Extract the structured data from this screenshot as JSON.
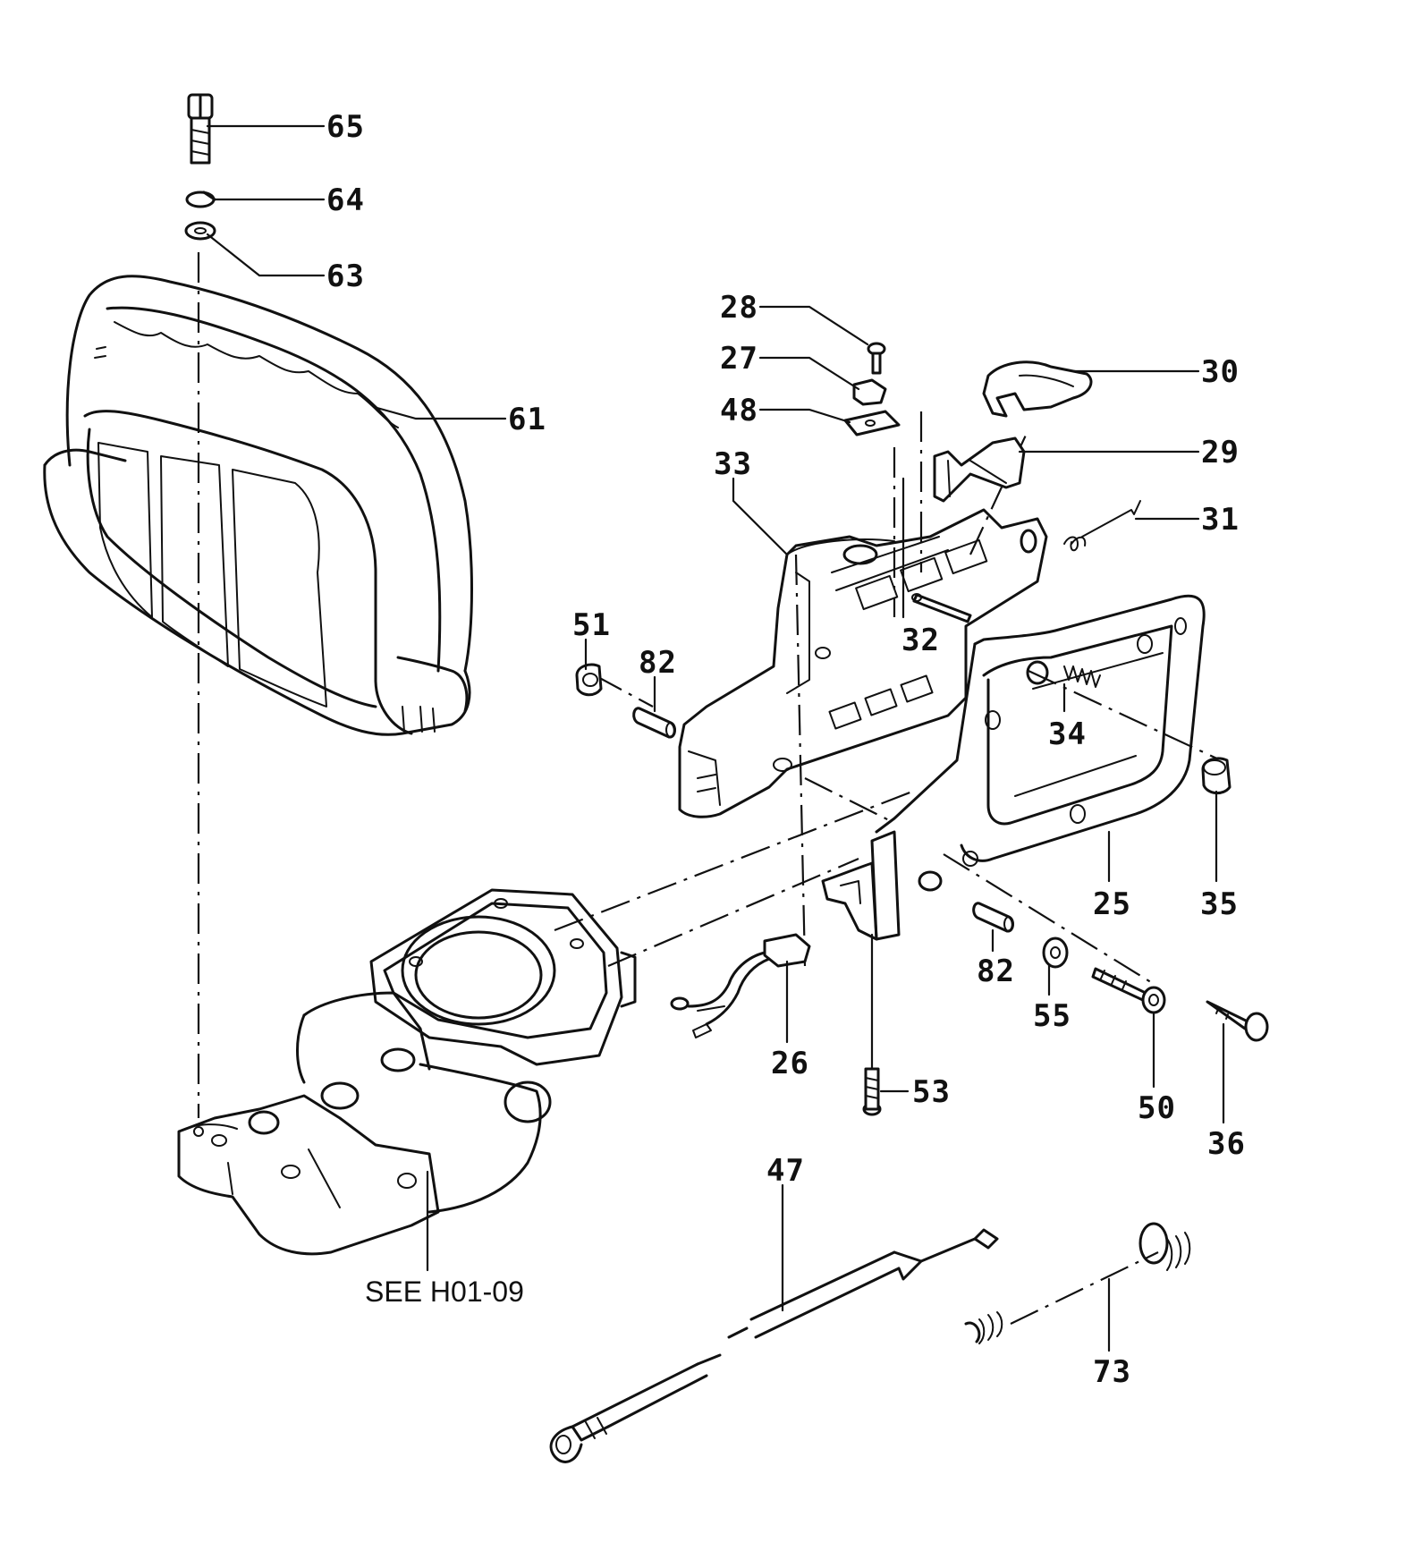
{
  "diagram": {
    "part_numbers": {
      "p65": "65",
      "p64": "64",
      "p63": "63",
      "p61": "61",
      "p28": "28",
      "p27": "27",
      "p48": "48",
      "p33": "33",
      "p30": "30",
      "p29": "29",
      "p31": "31",
      "p32": "32",
      "p51": "51",
      "p82a": "82",
      "p34": "34",
      "p35": "35",
      "p25": "25",
      "p82b": "82",
      "p55": "55",
      "p50": "50",
      "p36": "36",
      "p26": "26",
      "p53": "53",
      "p47": "47",
      "p73": "73"
    },
    "reference_note": "SEE H01-09"
  }
}
